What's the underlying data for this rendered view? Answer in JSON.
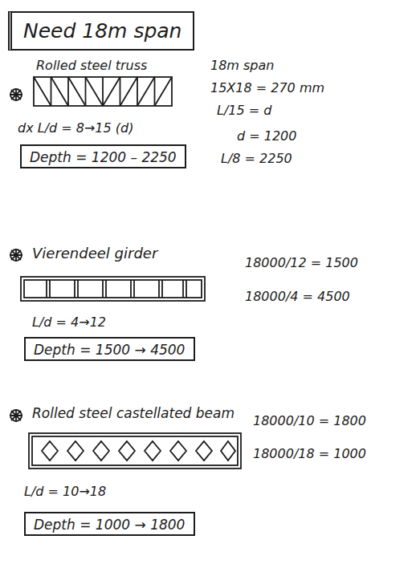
{
  "diagram": {
    "title": "Need 18m span",
    "nodes": [
      {
        "text": [
          "Depth = 1200 – 2250"
        ]
      },
      {
        "text": [
          "Depth = 1500 → 4500"
        ]
      },
      {
        "text": [
          "Depth = 1000 → 1800"
        ]
      }
    ],
    "labels": [
      "Rolled steel truss",
      "dx L/d = 8→15 (d)",
      "18m span",
      "15X18 = 270 mm",
      "L/15 = d",
      "d = 1200",
      "L/8 = 2250",
      "Vierendeel girder",
      "L/d = 4→12",
      "18000/12 = 1500",
      "18000/4 = 4500",
      "Rolled steel castellated beam",
      "L/d = 10→18",
      "18000/10 = 1800",
      "18000/18 = 1000"
    ]
  }
}
